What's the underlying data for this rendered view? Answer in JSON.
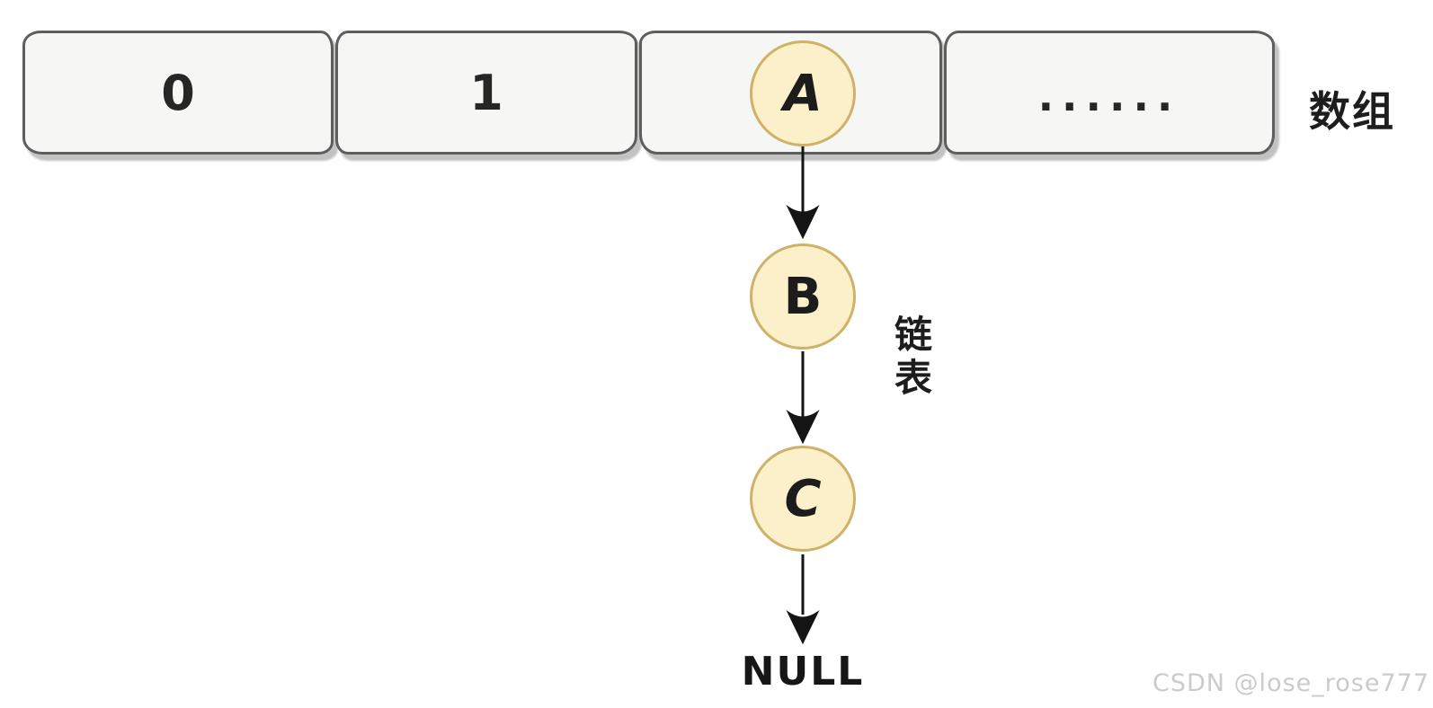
{
  "diagram": {
    "array": {
      "label": "数组",
      "cells": [
        {
          "label": "0"
        },
        {
          "label": "1"
        },
        {
          "label": "A"
        },
        {
          "label": "......"
        }
      ]
    },
    "linked_list": {
      "label": "链表",
      "nodes": [
        "A",
        "B",
        "C"
      ],
      "terminator": "NULL"
    },
    "colors": {
      "cell_fill": "#f6f6f4",
      "cell_border": "#5e5e5e",
      "cell_shadow": "#c2c2c2",
      "node_fill": "#fbf0ca",
      "node_border": "#cfb168",
      "arrow": "#141414",
      "text": "#1d1d1d",
      "watermark": "#cbcbcb"
    }
  },
  "watermark": {
    "text": "CSDN @lose_rose777"
  }
}
